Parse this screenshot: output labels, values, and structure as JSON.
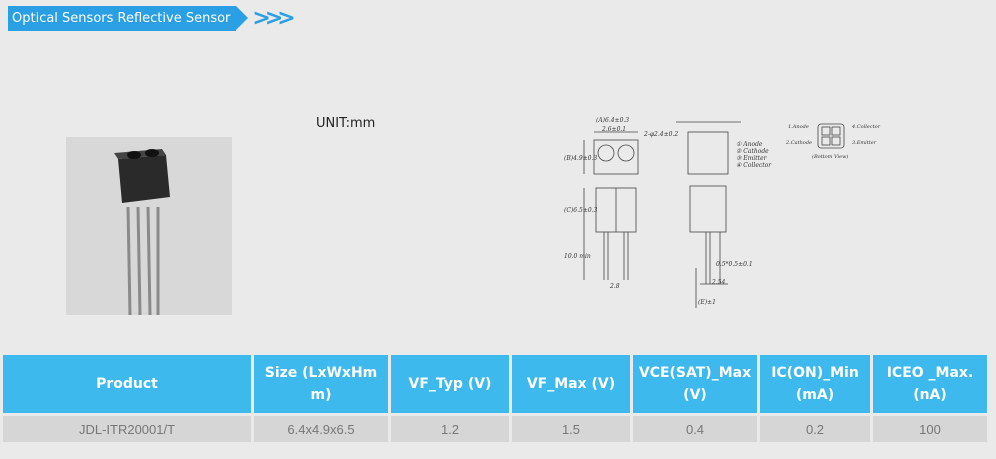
{
  "banner": {
    "title": "Optical Sensors  Reflective Sensor"
  },
  "unit_label": "UNIT:mm",
  "drawing": {
    "dims": [
      "(A)6.4±0.3",
      "2.6±0.1",
      "2-φ2.4±0.2",
      "(B)4.9±0.3",
      "(C)6.5±0.3",
      "10.0 min",
      "2.8",
      "0.5*0.5±0.1",
      "2.54",
      "(E)±1",
      "① Anode",
      "② Cathode",
      "③ Emitter",
      "④ Collector",
      "1.Anode",
      "4.Collector",
      "2.Cathode",
      "3.Emitter",
      "(Bottom View)"
    ]
  },
  "table": {
    "headers": [
      "Product",
      "Size (LxWxHmm)",
      "VF_Typ (V)",
      "VF_Max (V)",
      "VCE(SAT)_Max (V)",
      "IC(ON)_Min (mA)",
      "ICEO _Max. (nA)"
    ],
    "rows": [
      [
        "JDL-ITR20001/T",
        "6.4x4.9x6.5",
        "1.2",
        "1.5",
        "0.4",
        "0.2",
        "100"
      ]
    ]
  },
  "colors": {
    "accent": "#2b9fe3",
    "header_bg": "#3db9ee",
    "cell_bg": "#d6d6d6",
    "page_bg": "#eaeaea"
  }
}
